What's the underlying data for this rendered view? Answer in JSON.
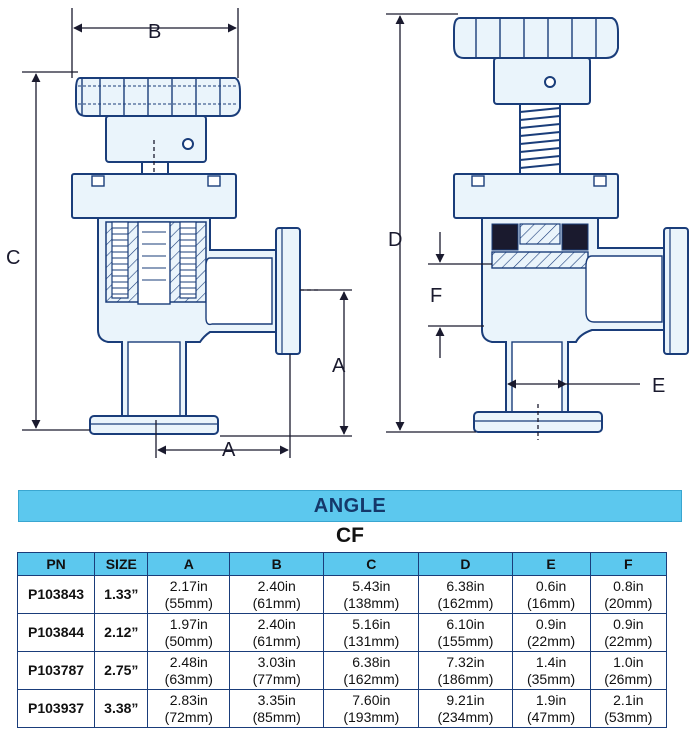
{
  "drawing": {
    "dimension_labels": {
      "b": "B",
      "c": "C",
      "a_vertical": "A",
      "a_horizontal": "A",
      "d": "D",
      "f": "F",
      "e": "E"
    }
  },
  "banner": {
    "title": "ANGLE"
  },
  "subtitle": "CF",
  "table": {
    "headers": [
      "PN",
      "SIZE",
      "A",
      "B",
      "C",
      "D",
      "E",
      "F"
    ],
    "rows": [
      {
        "pn": "P103843",
        "size": "1.33”",
        "a": [
          "2.17in",
          "(55mm)"
        ],
        "b": [
          "2.40in",
          "(61mm)"
        ],
        "c": [
          "5.43in",
          "(138mm)"
        ],
        "d": [
          "6.38in",
          "(162mm)"
        ],
        "e": [
          "0.6in",
          "(16mm)"
        ],
        "f": [
          "0.8in",
          "(20mm)"
        ]
      },
      {
        "pn": "P103844",
        "size": "2.12”",
        "a": [
          "1.97in",
          "(50mm)"
        ],
        "b": [
          "2.40in",
          "(61mm)"
        ],
        "c": [
          "5.16in",
          "(131mm)"
        ],
        "d": [
          "6.10in",
          "(155mm)"
        ],
        "e": [
          "0.9in",
          "(22mm)"
        ],
        "f": [
          "0.9in",
          "(22mm)"
        ]
      },
      {
        "pn": "P103787",
        "size": "2.75”",
        "a": [
          "2.48in",
          "(63mm)"
        ],
        "b": [
          "3.03in",
          "(77mm)"
        ],
        "c": [
          "6.38in",
          "(162mm)"
        ],
        "d": [
          "7.32in",
          "(186mm)"
        ],
        "e": [
          "1.4in",
          "(35mm)"
        ],
        "f": [
          "1.0in",
          "(26mm)"
        ]
      },
      {
        "pn": "P103937",
        "size": "3.38”",
        "a": [
          "2.83in",
          "(72mm)"
        ],
        "b": [
          "3.35in",
          "(85mm)"
        ],
        "c": [
          "7.60in",
          "(193mm)"
        ],
        "d": [
          "9.21in",
          "(234mm)"
        ],
        "e": [
          "1.9in",
          "(47mm)"
        ],
        "f": [
          "2.1in",
          "(53mm)"
        ]
      }
    ]
  },
  "colors": {
    "outline": "#1a3d7a",
    "fill": "#eaf4fb",
    "banner": "#5cc8ee",
    "banner_text": "#15386a"
  }
}
